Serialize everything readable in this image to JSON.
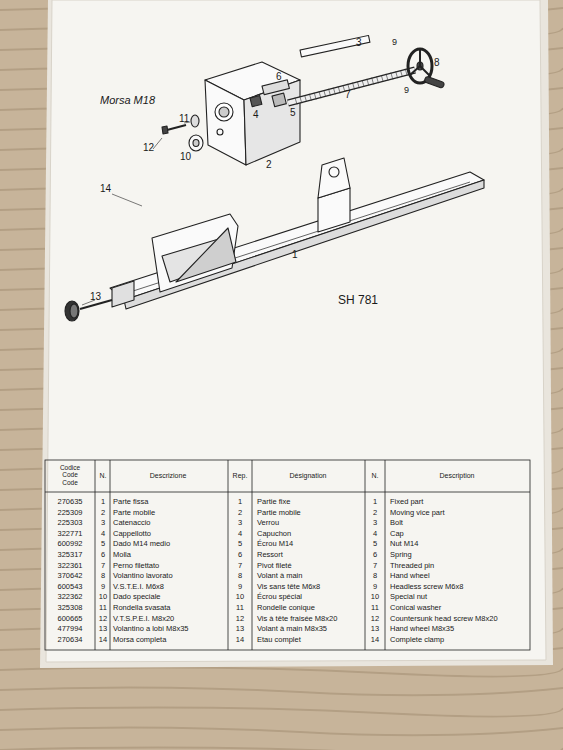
{
  "diagram": {
    "title": "Morsa M18",
    "labels": [
      "3",
      "9",
      "8",
      "9",
      "6",
      "4",
      "5",
      "7",
      "11",
      "12",
      "10",
      "2",
      "14",
      "1",
      "13",
      "SH 781",
      "Codice Code Code",
      "N.",
      "Descrizione",
      "Rep.",
      "Désignation",
      "N.",
      "Description",
      "270635",
      "1",
      "Parte fissa",
      "1",
      "Partie fixe",
      "1",
      "Fixed part",
      "225309",
      "2",
      "Parte mobile",
      "2",
      "Partie mobile",
      "2",
      "Moving vice part",
      "225303",
      "3",
      "Catenaccio",
      "3",
      "Verrou",
      "3",
      "Bolt",
      "322771",
      "4",
      "Cappellotto",
      "4",
      "Capuchon",
      "4",
      "Cap",
      "600992",
      "5",
      "Dado M14 medio",
      "5",
      "Écrou M14",
      "5",
      "Nut M14",
      "325317",
      "6",
      "Molla",
      "6",
      "Ressort",
      "6",
      "Spring",
      "322361",
      "7",
      "Perno filettato",
      "7",
      "Pivot fileté",
      "7",
      "Threaded pin",
      "370642",
      "8",
      "Volantino lavorato",
      "8",
      "Volant à main",
      "8",
      "Hand wheel",
      "600543",
      "9",
      "V.S.T.E.I. M6x8",
      "9",
      "Vis sans tête M6x8",
      "9",
      "Headless screw M6x8",
      "322362",
      "10",
      "Dado speciale",
      "10",
      "Écrou spécial",
      "10",
      "Special nut",
      "325308",
      "11",
      "Rondella svasata",
      "11",
      "Rondelle conique",
      "11",
      "Conical washer",
      "600665",
      "12",
      "V.T.S.P.E.I. M8x20",
      "12",
      "Vis à tête fraisée M8x20",
      "12",
      "Countersunk head screw M8x20",
      "477994",
      "13",
      "Volantino a lobi M8x35",
      "13",
      "Volant à main M8x35",
      "13",
      "Hand wheel M8x35",
      "270634",
      "14",
      "Morsa completa",
      "14",
      "Etau complet",
      "14",
      "Complete clamp"
    ]
  }
}
